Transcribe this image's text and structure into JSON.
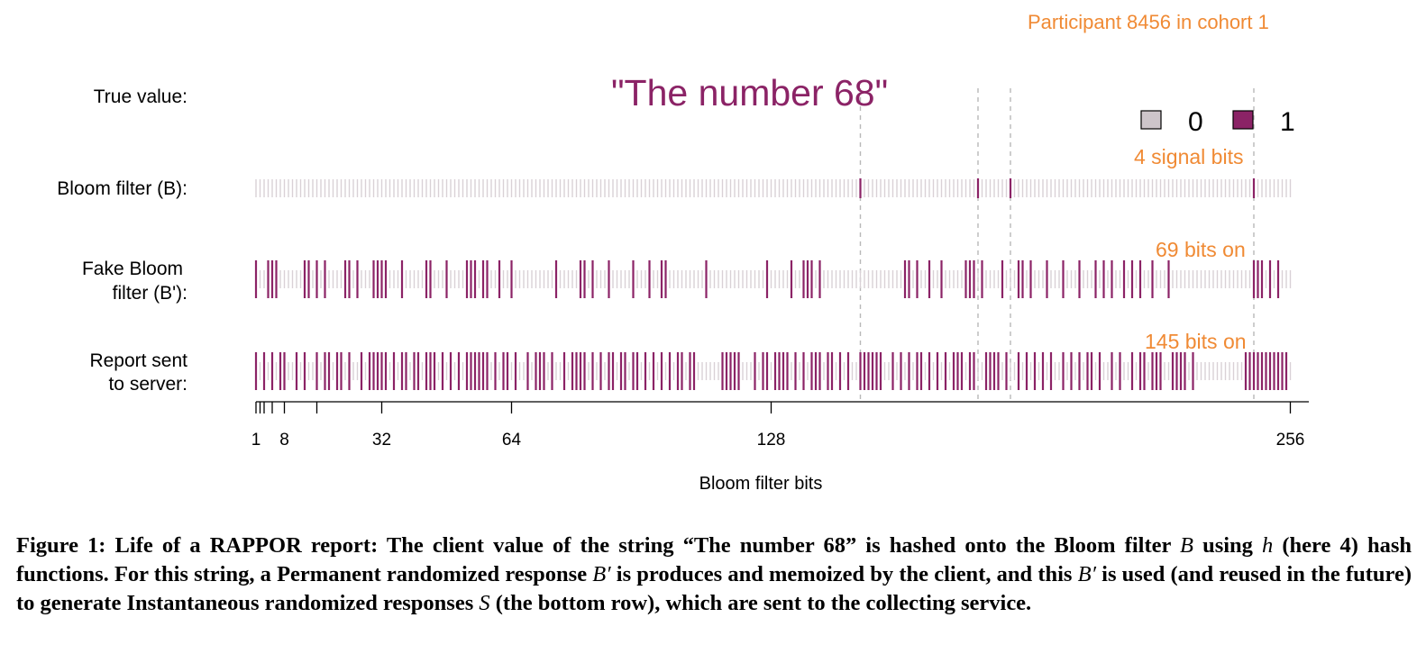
{
  "participant_label": "Participant 8456 in cohort 1",
  "true_value_text": "\"The number 68\"",
  "row_labels": {
    "true_value": "True value:",
    "bloom": "Bloom filter (B):",
    "fake_line1": "Fake Bloom",
    "fake_line2": "filter (B'):",
    "report_line1": "Report sent",
    "report_line2": "to server:"
  },
  "annotations": {
    "bloom": "4 signal bits",
    "fake": "69 bits on",
    "report": "145 bits on"
  },
  "legend": [
    {
      "label": "0",
      "color": "#cdc5ca"
    },
    {
      "label": "1",
      "color": "#8b2366"
    }
  ],
  "colors": {
    "on": "#8b2366",
    "off": "#d9d1d6",
    "accent": "#f08a34"
  },
  "chart_data": {
    "type": "bit-strip",
    "xlabel": "Bloom filter bits",
    "xlim": [
      1,
      256
    ],
    "xticks": [
      1,
      2,
      3,
      5,
      8,
      16,
      32,
      64,
      128,
      256
    ],
    "xtick_labels": [
      {
        "value": 1,
        "text": "1"
      },
      {
        "value": 8,
        "text": "8"
      },
      {
        "value": 32,
        "text": "32"
      },
      {
        "value": 64,
        "text": "64"
      },
      {
        "value": 128,
        "text": "128"
      },
      {
        "value": 256,
        "text": "256"
      }
    ],
    "signal_bits": [
      150,
      179,
      187,
      247
    ],
    "rows": [
      {
        "key": "bloom",
        "bits_on": [
          150,
          179,
          187,
          247
        ]
      },
      {
        "key": "fake",
        "bits_on": [
          1,
          4,
          5,
          6,
          13,
          14,
          16,
          18,
          23,
          24,
          26,
          30,
          31,
          32,
          33,
          37,
          43,
          44,
          48,
          53,
          54,
          55,
          57,
          58,
          61,
          64,
          75,
          81,
          82,
          84,
          88,
          94,
          98,
          101,
          102,
          112,
          127,
          133,
          136,
          137,
          138,
          140,
          161,
          162,
          164,
          167,
          170,
          176,
          177,
          178,
          180,
          185,
          189,
          190,
          192,
          196,
          200,
          204,
          208,
          210,
          212,
          215,
          217,
          219,
          222,
          226,
          247,
          248,
          249,
          251,
          253
        ]
      },
      {
        "key": "report",
        "bits_on": [
          1,
          3,
          5,
          7,
          8,
          11,
          13,
          16,
          18,
          19,
          21,
          22,
          24,
          27,
          29,
          30,
          31,
          32,
          33,
          35,
          37,
          38,
          40,
          41,
          43,
          44,
          45,
          47,
          49,
          51,
          53,
          54,
          55,
          56,
          57,
          58,
          60,
          62,
          63,
          65,
          68,
          70,
          71,
          72,
          74,
          77,
          79,
          80,
          81,
          82,
          84,
          86,
          88,
          89,
          91,
          92,
          94,
          95,
          97,
          99,
          101,
          103,
          105,
          106,
          108,
          109,
          116,
          117,
          118,
          119,
          120,
          124,
          126,
          127,
          129,
          130,
          131,
          132,
          134,
          136,
          138,
          139,
          140,
          142,
          143,
          145,
          147,
          150,
          151,
          152,
          153,
          154,
          155,
          158,
          160,
          162,
          164,
          165,
          167,
          169,
          171,
          173,
          174,
          175,
          177,
          178,
          181,
          182,
          183,
          184,
          186,
          189,
          191,
          193,
          195,
          197,
          200,
          202,
          204,
          206,
          207,
          209,
          212,
          214,
          217,
          219,
          220,
          222,
          223,
          224,
          227,
          228,
          229,
          230,
          232,
          245,
          246,
          247,
          248,
          249,
          250,
          251,
          252,
          253,
          254,
          255
        ]
      }
    ]
  },
  "caption": {
    "prefix": "Figure 1: Life of a RAPPOR report: The client value of the string “The number 68” is hashed onto the Bloom filter ",
    "var_B": "B",
    "mid1": " using ",
    "var_h": "h",
    "mid2": " (here 4) hash functions. For this string, a Permanent randomized response ",
    "var_Bp": "B′",
    "mid3": " is produces and memoized by the client, and this ",
    "var_Bp2": "B′",
    "mid4": " is used (and reused in the future) to generate Instantaneous randomized responses ",
    "var_S": "S",
    "suffix": " (the bottom row), which are sent to the collecting service."
  }
}
